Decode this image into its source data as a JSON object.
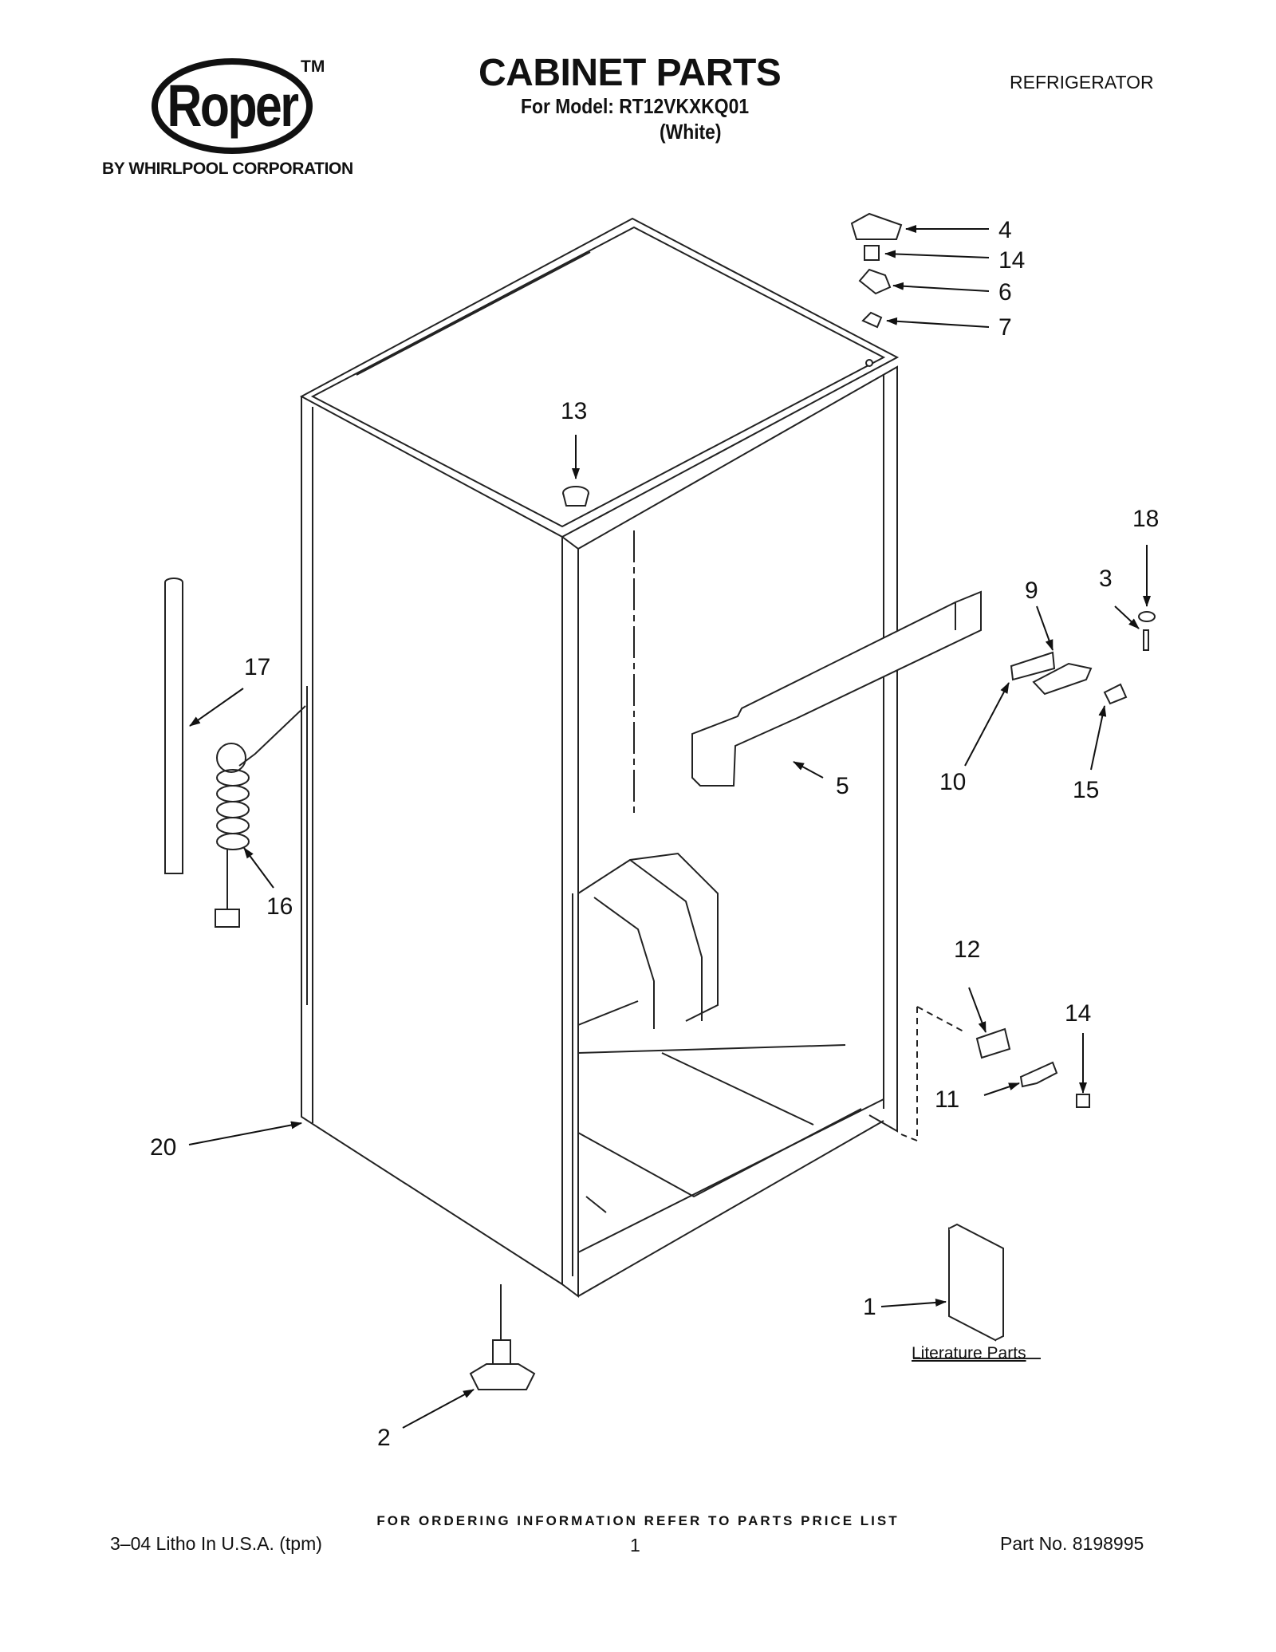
{
  "header": {
    "brand": "Roper",
    "trademark": "TM",
    "brand_sub": "BY WHIRLPOOL CORPORATION",
    "title": "CABINET PARTS",
    "model": "For Model: RT12VKXKQ01",
    "color": "(White)",
    "product": "REFRIGERATOR"
  },
  "callouts": {
    "c1": "1",
    "c2": "2",
    "c3": "3",
    "c4": "4",
    "c5": "5",
    "c6": "6",
    "c7": "7",
    "c9": "9",
    "c10": "10",
    "c11": "11",
    "c12": "12",
    "c13": "13",
    "c14a": "14",
    "c14b": "14",
    "c15": "15",
    "c16": "16",
    "c17": "17",
    "c18": "18",
    "c20": "20"
  },
  "literature_label": "Literature Parts",
  "footer": {
    "ordering_note": "FOR ORDERING INFORMATION REFER TO PARTS PRICE LIST",
    "litho": "3–04 Litho In U.S.A. (tpm)",
    "page": "1",
    "part_no": "Part No. 8198995"
  }
}
